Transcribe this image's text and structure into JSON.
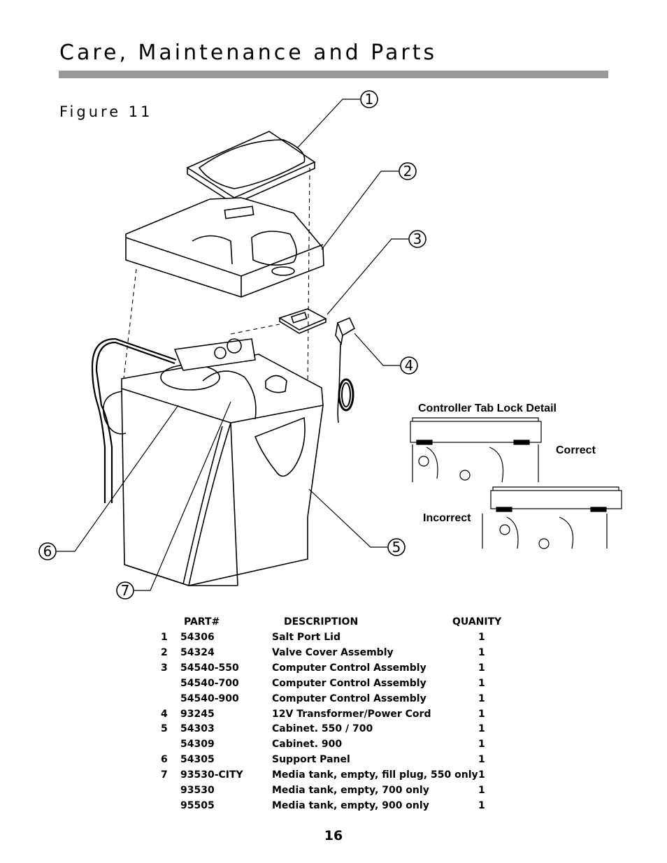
{
  "page": {
    "title": "Care, Maintenance and Parts",
    "figure_label": "Figure 11",
    "page_number": "16"
  },
  "figure": {
    "callouts": [
      "1",
      "2",
      "3",
      "4",
      "5",
      "6",
      "7"
    ],
    "detail_title": "Controller Tab Lock Detail",
    "detail_correct": "Correct",
    "detail_incorrect": "Incorrect"
  },
  "parts_table": {
    "headers": {
      "part": "PART#",
      "description": "DESCRIPTION",
      "quantity": "QUANITY"
    },
    "rows": [
      {
        "item": "1",
        "part": "54306",
        "description": "Salt Port Lid",
        "qty": "1"
      },
      {
        "item": "2",
        "part": "54324",
        "description": "Valve Cover Assembly",
        "qty": "1"
      },
      {
        "item": "3",
        "part": "54540-550",
        "description": "Computer Control Assembly",
        "qty": "1"
      },
      {
        "item": "",
        "part": "54540-700",
        "description": "Computer Control Assembly",
        "qty": "1"
      },
      {
        "item": "",
        "part": "54540-900",
        "description": "Computer Control Assembly",
        "qty": "1"
      },
      {
        "item": "4",
        "part": "93245",
        "description": "12V Transformer/Power Cord",
        "qty": "1"
      },
      {
        "item": "5",
        "part": "54303",
        "description": "Cabinet. 550 / 700",
        "qty": "1"
      },
      {
        "item": "",
        "part": "54309",
        "description": "Cabinet. 900",
        "qty": "1"
      },
      {
        "item": "6",
        "part": "54305",
        "description": "Support Panel",
        "qty": "1"
      },
      {
        "item": "7",
        "part": "93530-CITY",
        "description": "Media tank, empty, fill plug, 550 only",
        "qty": "1"
      },
      {
        "item": "",
        "part": "93530",
        "description": "Media tank, empty, 700 only",
        "qty": "1"
      },
      {
        "item": "",
        "part": "95505",
        "description": "Media tank, empty, 900 only",
        "qty": "1"
      }
    ]
  }
}
